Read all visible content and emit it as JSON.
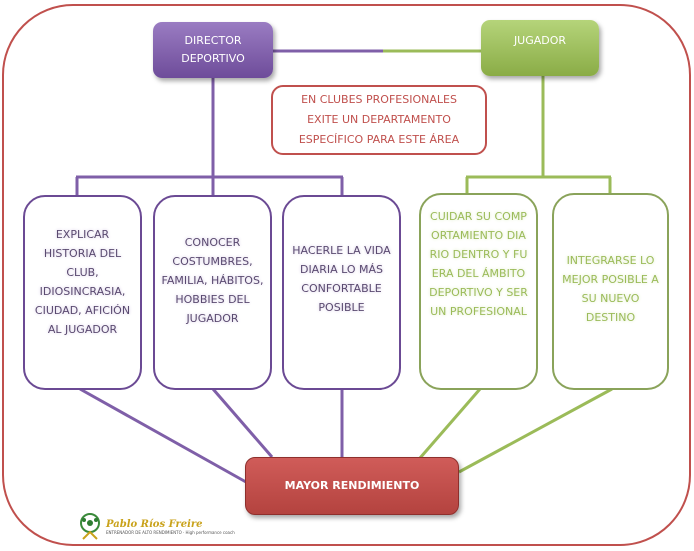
{
  "colors": {
    "frame": "#c0504d",
    "purple": "#7f5fa8",
    "green": "#9bbb59",
    "result": "#c0504d"
  },
  "nodes": {
    "director": "DIRECTOR DEPORTIVO",
    "jugador": "JUGADOR",
    "note": "EN CLUBES PROFESIONALES EXITE UN DEPARTAMENTO ESPECÍFICO PARA ESTE ÁREA",
    "director_tasks": [
      "EXPLICAR HISTORIA DEL CLUB, IDIOSINCRASIA, CIUDAD, AFICIÓN AL JUGADOR",
      "CONOCER COSTUMBRES, FAMILIA, HÁBITOS, HOBBIES DEL JUGADOR",
      "HACERLE LA VIDA DIARIA LO MÁS CONFORTABLE POSIBLE"
    ],
    "jugador_tasks": [
      "CUIDAR SU COMPORTAMIENTO DIARIO DENTRO Y FUERA DEL ÁMBITO DEPORTIVO Y SER UN PROFESIONAL",
      "INTEGRARSE LO MEJOR POSIBLE A SU NUEVO DESTINO"
    ],
    "result": "MAYOR RENDIMIENTO"
  },
  "logo": {
    "name": "Pablo Ríos Freire",
    "subtitle": "ENTRENADOR DE ALTO RENDIMIENTO · High performance coach",
    "icon": "soccer-ball-logo-icon"
  }
}
